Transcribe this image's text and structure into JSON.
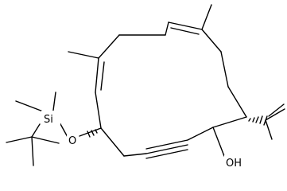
{
  "molecule": {
    "atom_labels": {
      "si": "Si",
      "o_ether": "O",
      "oh": "OH"
    },
    "colors": {
      "bond": "#000000",
      "background": "#ffffff",
      "text": "#000000"
    }
  }
}
